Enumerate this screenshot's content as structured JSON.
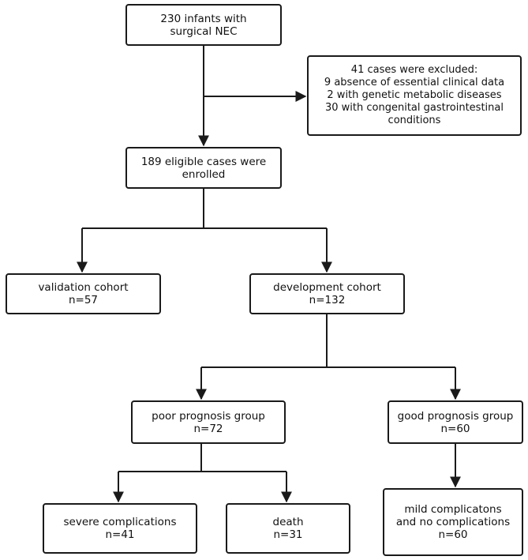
{
  "diagram": {
    "start": {
      "line1": "230 infants with",
      "line2": "surgical NEC"
    },
    "excluded": {
      "line1": "41 cases were excluded:",
      "line2": "9 absence of essential clinical data",
      "line3": "2 with genetic metabolic diseases",
      "line4": "30 with congenital gastrointestinal",
      "line5": "conditions"
    },
    "eligible": {
      "line1": "189 eligible cases were",
      "line2": "enrolled"
    },
    "validation": {
      "line1": "validation cohort",
      "line2": "n=57"
    },
    "development": {
      "line1": "development cohort",
      "line2": "n=132"
    },
    "poor": {
      "line1": "poor prognosis group",
      "line2": "n=72"
    },
    "good": {
      "line1": "good prognosis group",
      "line2": "n=60"
    },
    "severe": {
      "line1": "severe complications",
      "line2": "n=41"
    },
    "death": {
      "line1": "death",
      "line2": "n=31"
    },
    "mild": {
      "line1": "mild complicatons",
      "line2": "and no complications",
      "line3": "n=60"
    }
  }
}
